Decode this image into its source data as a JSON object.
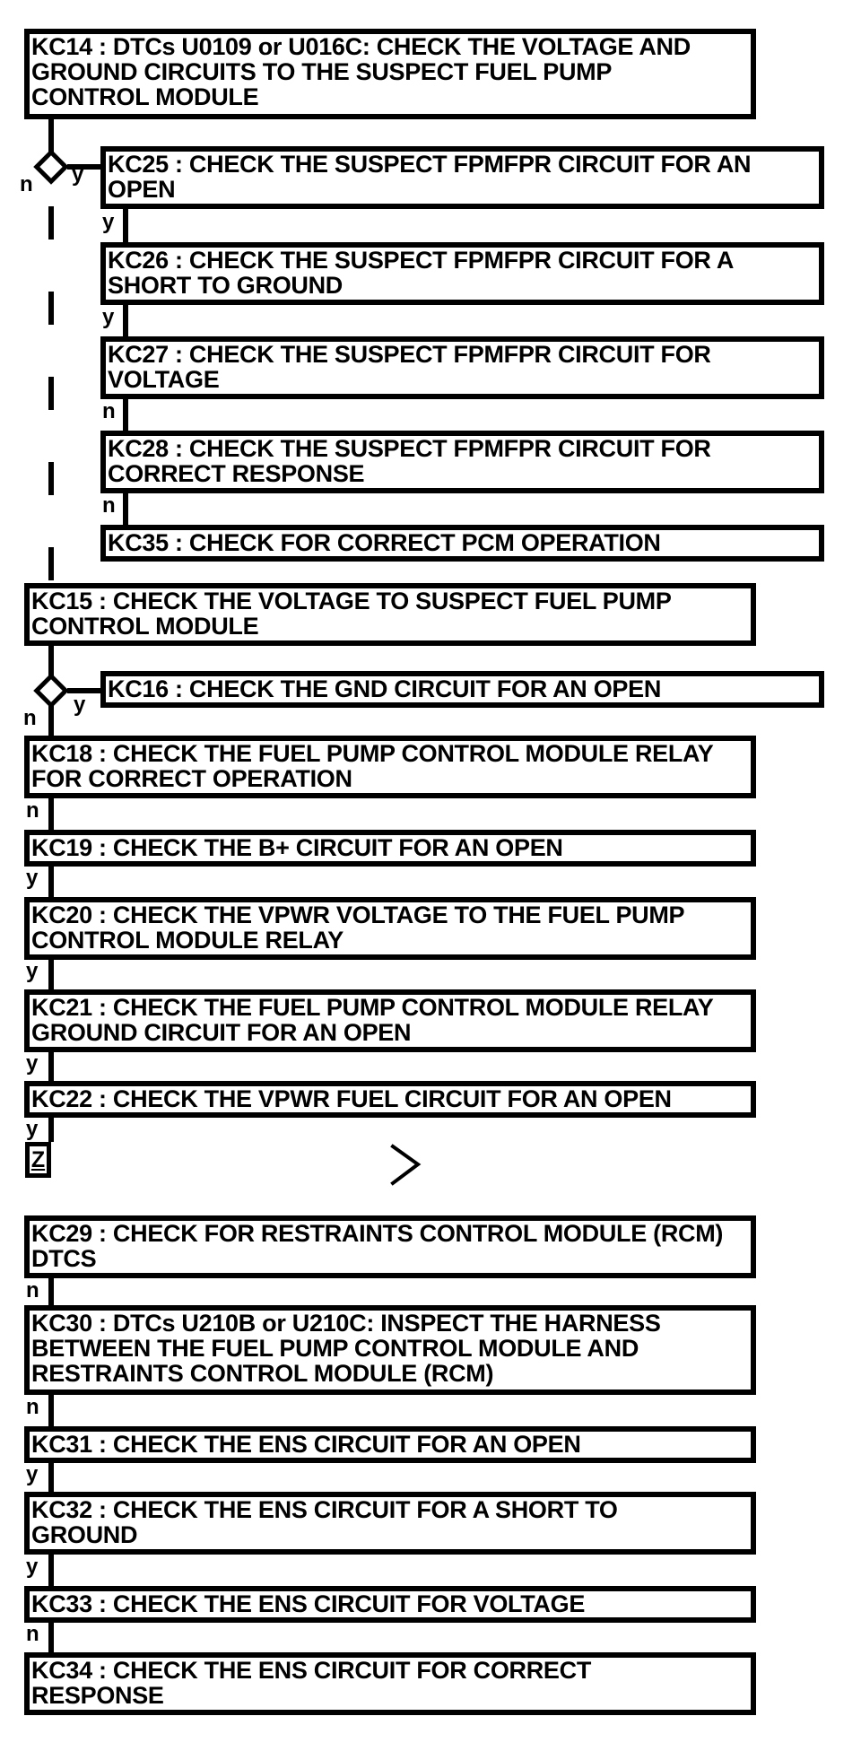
{
  "colors": {
    "line": "#000000",
    "background": "#ffffff",
    "text": "#000000"
  },
  "nodes": {
    "kc14": {
      "lines": [
        "KC14 : DTCs U0109 or U016C: CHECK THE VOLTAGE AND",
        "GROUND CIRCUITS TO THE SUSPECT FUEL PUMP",
        "CONTROL MODULE"
      ]
    },
    "kc25": {
      "lines": [
        "KC25 : CHECK THE SUSPECT FPMFPR CIRCUIT FOR AN",
        "OPEN"
      ]
    },
    "kc26": {
      "lines": [
        "KC26 : CHECK THE SUSPECT FPMFPR CIRCUIT FOR A",
        "SHORT TO GROUND"
      ]
    },
    "kc27": {
      "lines": [
        "KC27 : CHECK THE SUSPECT FPMFPR CIRCUIT FOR",
        "VOLTAGE"
      ]
    },
    "kc28": {
      "lines": [
        "KC28 : CHECK THE SUSPECT FPMFPR CIRCUIT FOR",
        "CORRECT RESPONSE"
      ]
    },
    "kc35": {
      "lines": [
        "KC35 : CHECK FOR CORRECT PCM OPERATION"
      ]
    },
    "kc15": {
      "lines": [
        "KC15 : CHECK THE VOLTAGE TO SUSPECT FUEL PUMP",
        "CONTROL MODULE"
      ]
    },
    "kc16": {
      "lines": [
        "KC16 : CHECK THE GND CIRCUIT FOR AN OPEN"
      ]
    },
    "kc18": {
      "lines": [
        "KC18 : CHECK THE FUEL PUMP CONTROL MODULE RELAY",
        "FOR CORRECT OPERATION"
      ]
    },
    "kc19": {
      "lines": [
        "KC19 : CHECK THE B+ CIRCUIT FOR AN OPEN"
      ]
    },
    "kc20": {
      "lines": [
        "KC20 : CHECK THE VPWR VOLTAGE TO THE FUEL PUMP",
        "CONTROL MODULE RELAY"
      ]
    },
    "kc21": {
      "lines": [
        "KC21 : CHECK THE FUEL PUMP CONTROL MODULE RELAY",
        "GROUND CIRCUIT FOR AN OPEN"
      ]
    },
    "kc22": {
      "lines": [
        "KC22 : CHECK THE VPWR FUEL CIRCUIT FOR AN OPEN"
      ]
    },
    "kc29": {
      "lines": [
        "KC29 : CHECK FOR RESTRAINTS CONTROL MODULE (RCM)",
        "DTCS"
      ]
    },
    "kc30": {
      "lines": [
        "KC30 : DTCs U210B or U210C: INSPECT THE HARNESS",
        "BETWEEN THE FUEL PUMP CONTROL MODULE AND",
        "RESTRAINTS CONTROL MODULE (RCM)"
      ]
    },
    "kc31": {
      "lines": [
        "KC31 : CHECK THE ENS CIRCUIT FOR AN OPEN"
      ]
    },
    "kc32": {
      "lines": [
        "KC32 : CHECK THE ENS CIRCUIT FOR A SHORT TO",
        "GROUND"
      ]
    },
    "kc33": {
      "lines": [
        "KC33 : CHECK THE ENS CIRCUIT FOR VOLTAGE"
      ]
    },
    "kc34": {
      "lines": [
        "KC34 : CHECK THE ENS CIRCUIT FOR CORRECT",
        "RESPONSE"
      ]
    }
  },
  "edges": {
    "d1_yes": "y",
    "d1_no": "n",
    "kc25_kc26": "y",
    "kc26_kc27": "y",
    "kc27_kc28": "n",
    "kc28_kc35": "n",
    "d2_yes": "y",
    "d2_no": "n",
    "kc18_kc19": "n",
    "kc19_kc20": "y",
    "kc20_kc21": "y",
    "kc21_kc22": "y",
    "kc22_z": "y",
    "kc29_kc30": "n",
    "kc30_kc31": "n",
    "kc31_kc32": "y",
    "kc32_kc33": "y",
    "kc33_kc34": "n",
    "off_page_connector": "Z"
  }
}
